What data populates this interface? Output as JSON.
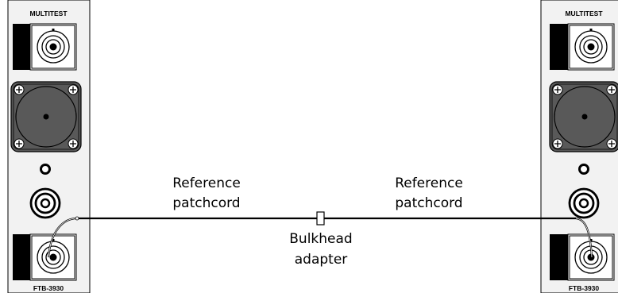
{
  "panels": [
    {
      "id": "left",
      "top_label": "MULTITEST",
      "bottom_label": "FTB-3930"
    },
    {
      "id": "right",
      "top_label": "MULTITEST",
      "bottom_label": "FTB-3930"
    }
  ],
  "labels": {
    "left_patchcord_line1": "Reference",
    "left_patchcord_line2": "patchcord",
    "right_patchcord_line1": "Reference",
    "right_patchcord_line2": "patchcord",
    "adapter_line1": "Bulkhead",
    "adapter_line2": "adapter"
  },
  "colors": {
    "panel_fill": "#f2f2f2",
    "outline": "#000000",
    "speaker_fill": "#595959",
    "connector_fill": "#ffffff"
  }
}
